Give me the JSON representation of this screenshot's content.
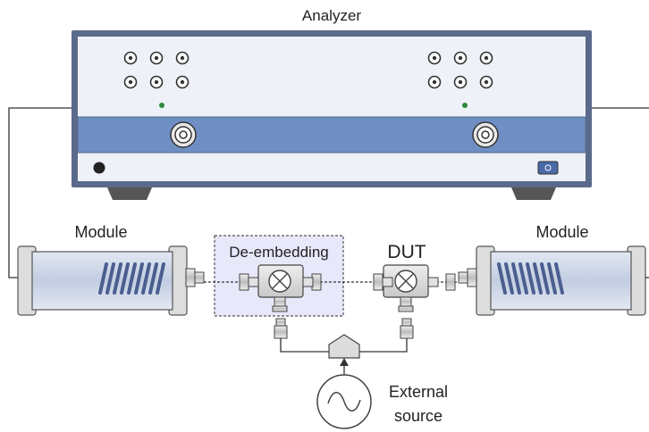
{
  "labels": {
    "analyzer": "Analyzer",
    "module_left": "Module",
    "module_right": "Module",
    "de_embedding": "De-embedding",
    "dut": "DUT",
    "external_line1": "External",
    "external_line2": "source"
  },
  "colors": {
    "frame": "#5a6a8a",
    "panel": "#eef1f7",
    "band": "#6f8fc4",
    "module_body": "#c9d3e6",
    "module_vent": "#4a5f8f",
    "deembed_fill": "#e8e8fb",
    "connector": "#d6d6d6",
    "power_led": "#2a8a3a",
    "text": "#222222"
  },
  "icons": {
    "port_icon": "port-connector-icon",
    "mixer_icon": "mixer-x-icon",
    "source_icon": "sine-wave-icon",
    "power_icon": "power-button-icon"
  }
}
